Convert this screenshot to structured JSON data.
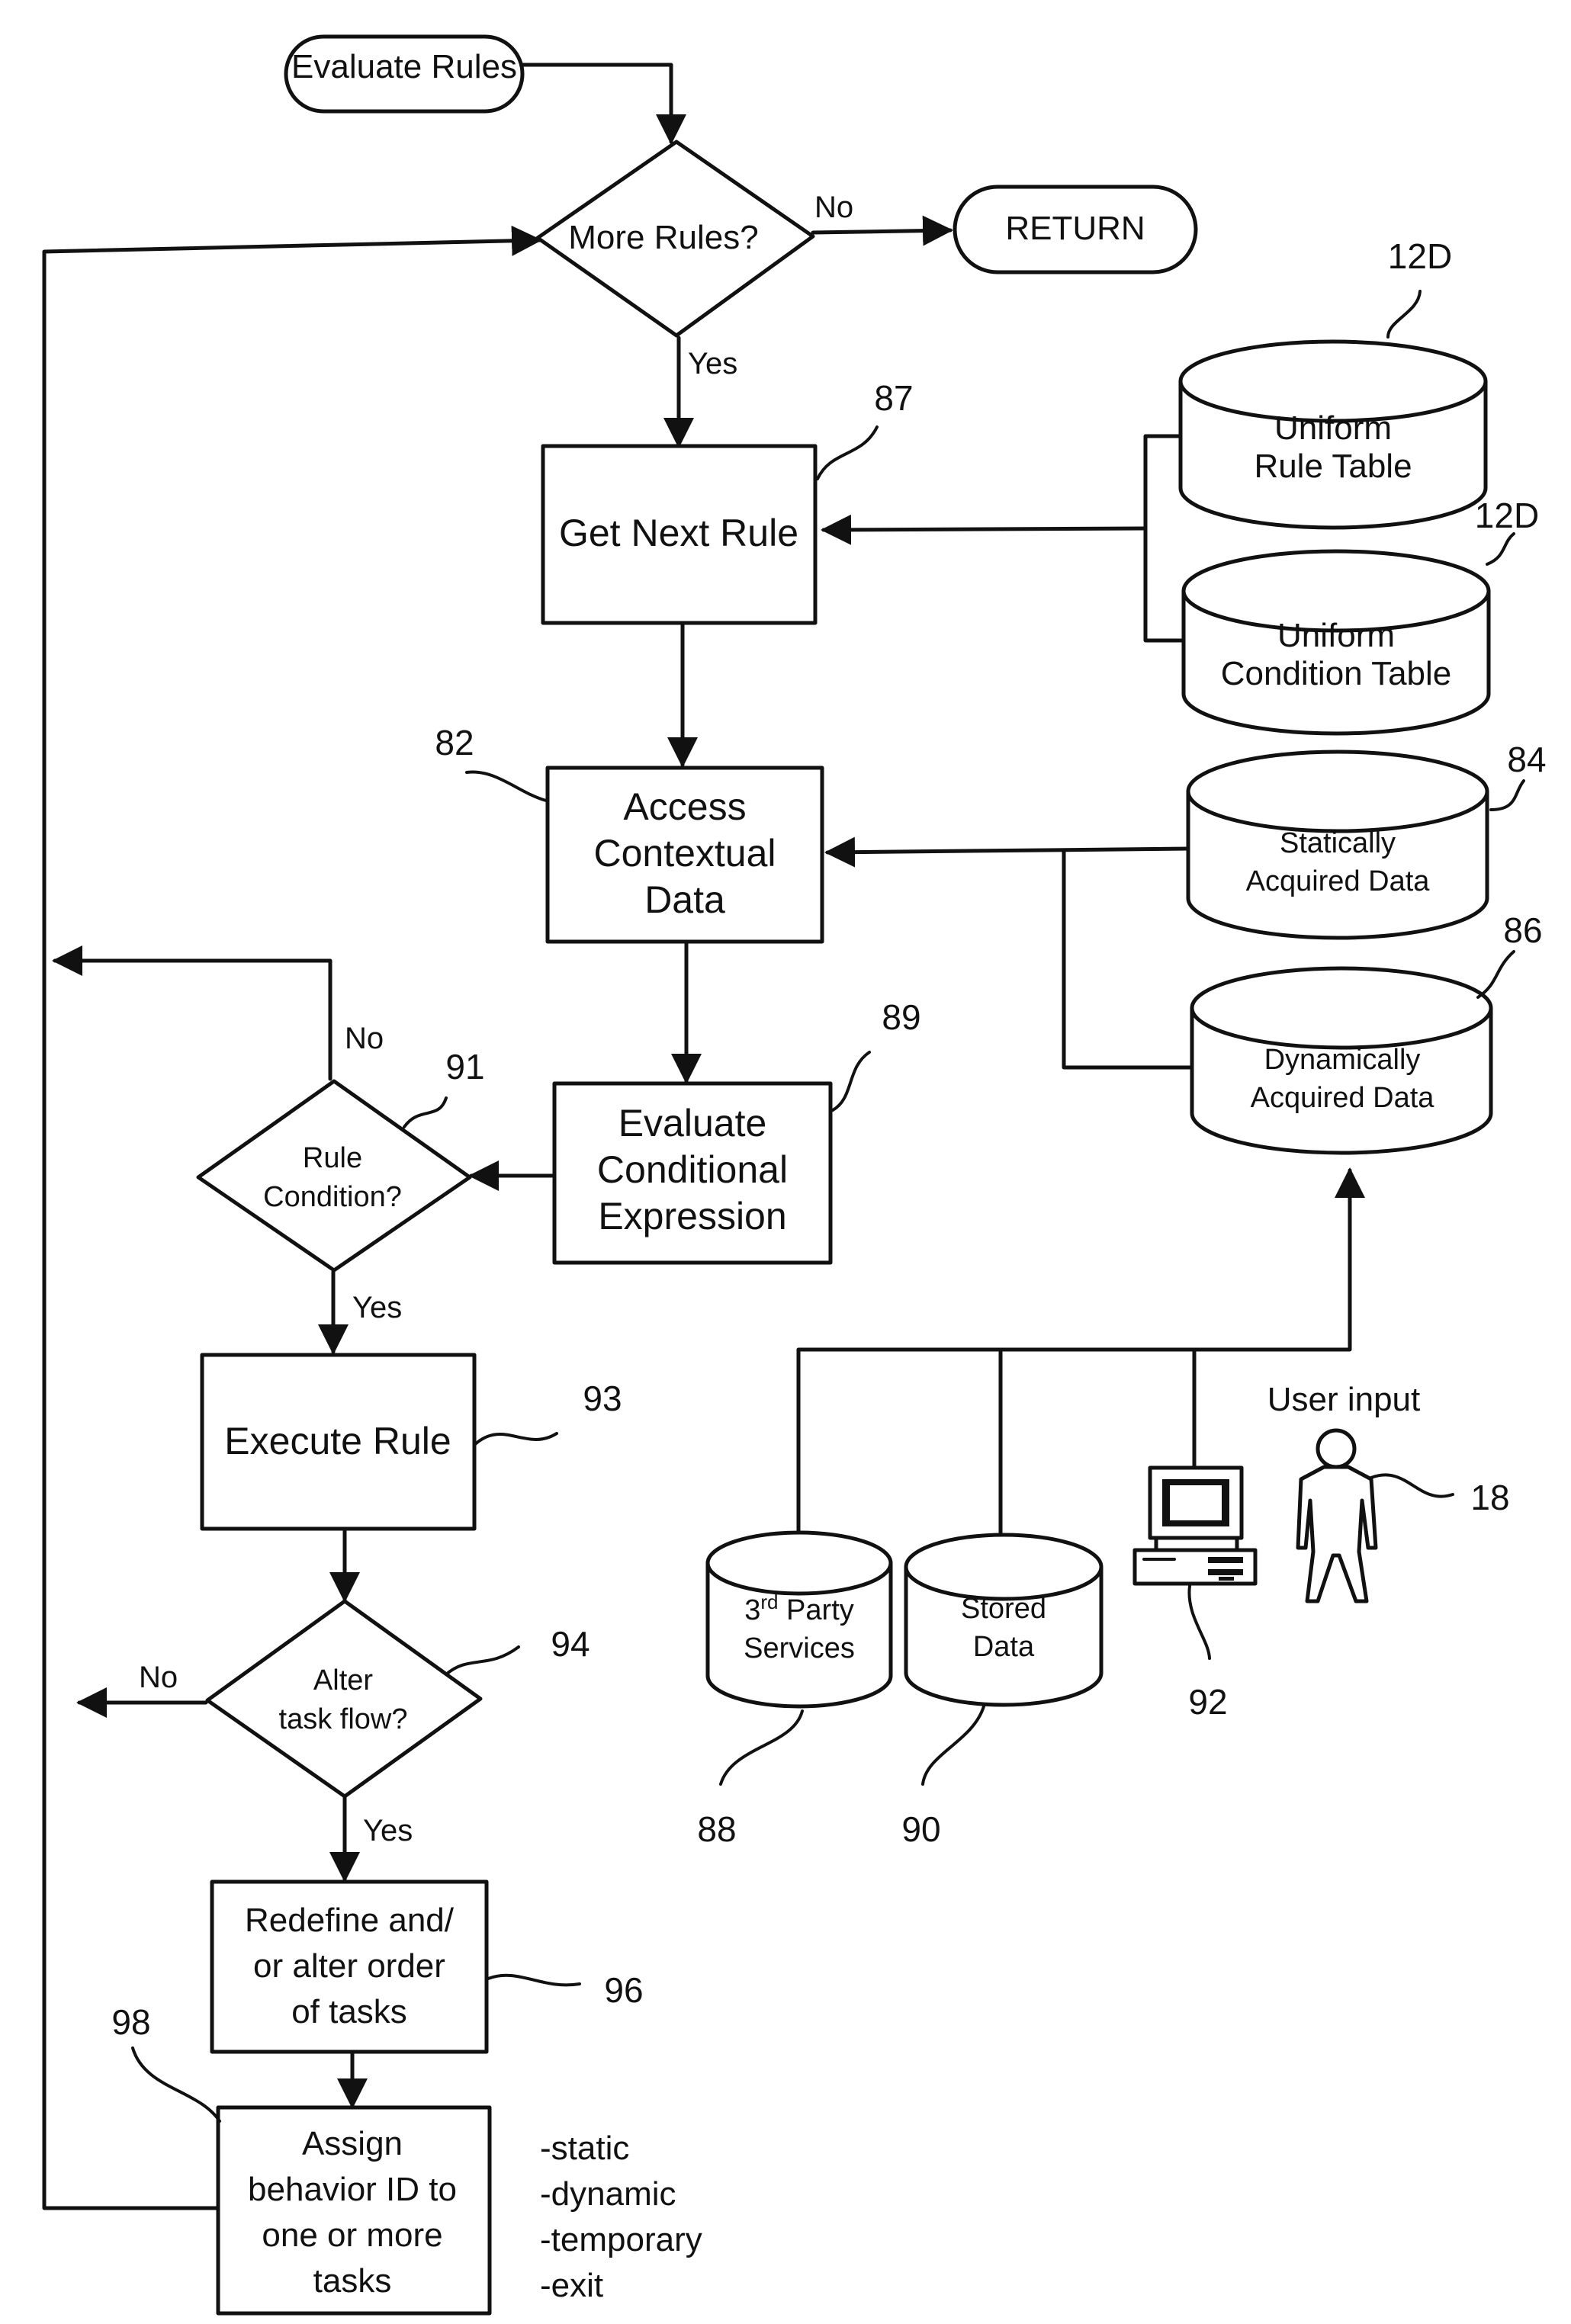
{
  "nodes": {
    "evaluate_rules": "Evaluate Rules",
    "more_rules": "More Rules?",
    "return": "RETURN",
    "get_next_rule": "Get Next Rule",
    "access_contextual_data": [
      "Access",
      "Contextual",
      "Data"
    ],
    "evaluate_conditional_expression": [
      "Evaluate",
      "Conditional",
      "Expression"
    ],
    "rule_condition": [
      "Rule",
      "Condition?"
    ],
    "execute_rule": "Execute Rule",
    "alter_task_flow": [
      "Alter",
      "task flow?"
    ],
    "redefine_tasks": [
      "Redefine and/",
      "or alter order",
      "of tasks"
    ],
    "assign_behavior": [
      "Assign",
      "behavior ID to",
      "one or more",
      "tasks"
    ]
  },
  "databases": {
    "uniform_rule_table": [
      "Uniform",
      "Rule Table"
    ],
    "uniform_condition_table": [
      "Uniform",
      "Condition Table"
    ],
    "statically_acquired": [
      "Statically",
      "Acquired Data"
    ],
    "dynamically_acquired": [
      "Dynamically",
      "Acquired Data"
    ],
    "third_party_prefix": "3",
    "third_party_sup": "rd",
    "third_party_rest": " Party",
    "third_party_line2": "Services",
    "stored_data": [
      "Stored",
      "Data"
    ]
  },
  "labels": {
    "user_input": "User input",
    "yes": "Yes",
    "no": "No"
  },
  "refs": {
    "r12d_top": "12D",
    "r12d_bottom": "12D",
    "r87": "87",
    "r82": "82",
    "r84": "84",
    "r86": "86",
    "r89": "89",
    "r91": "91",
    "r93": "93",
    "r94": "94",
    "r96": "96",
    "r98": "98",
    "r88": "88",
    "r90": "90",
    "r92": "92",
    "r18": "18"
  },
  "behavior_types": [
    "-static",
    "-dynamic",
    "-temporary",
    "-exit"
  ]
}
